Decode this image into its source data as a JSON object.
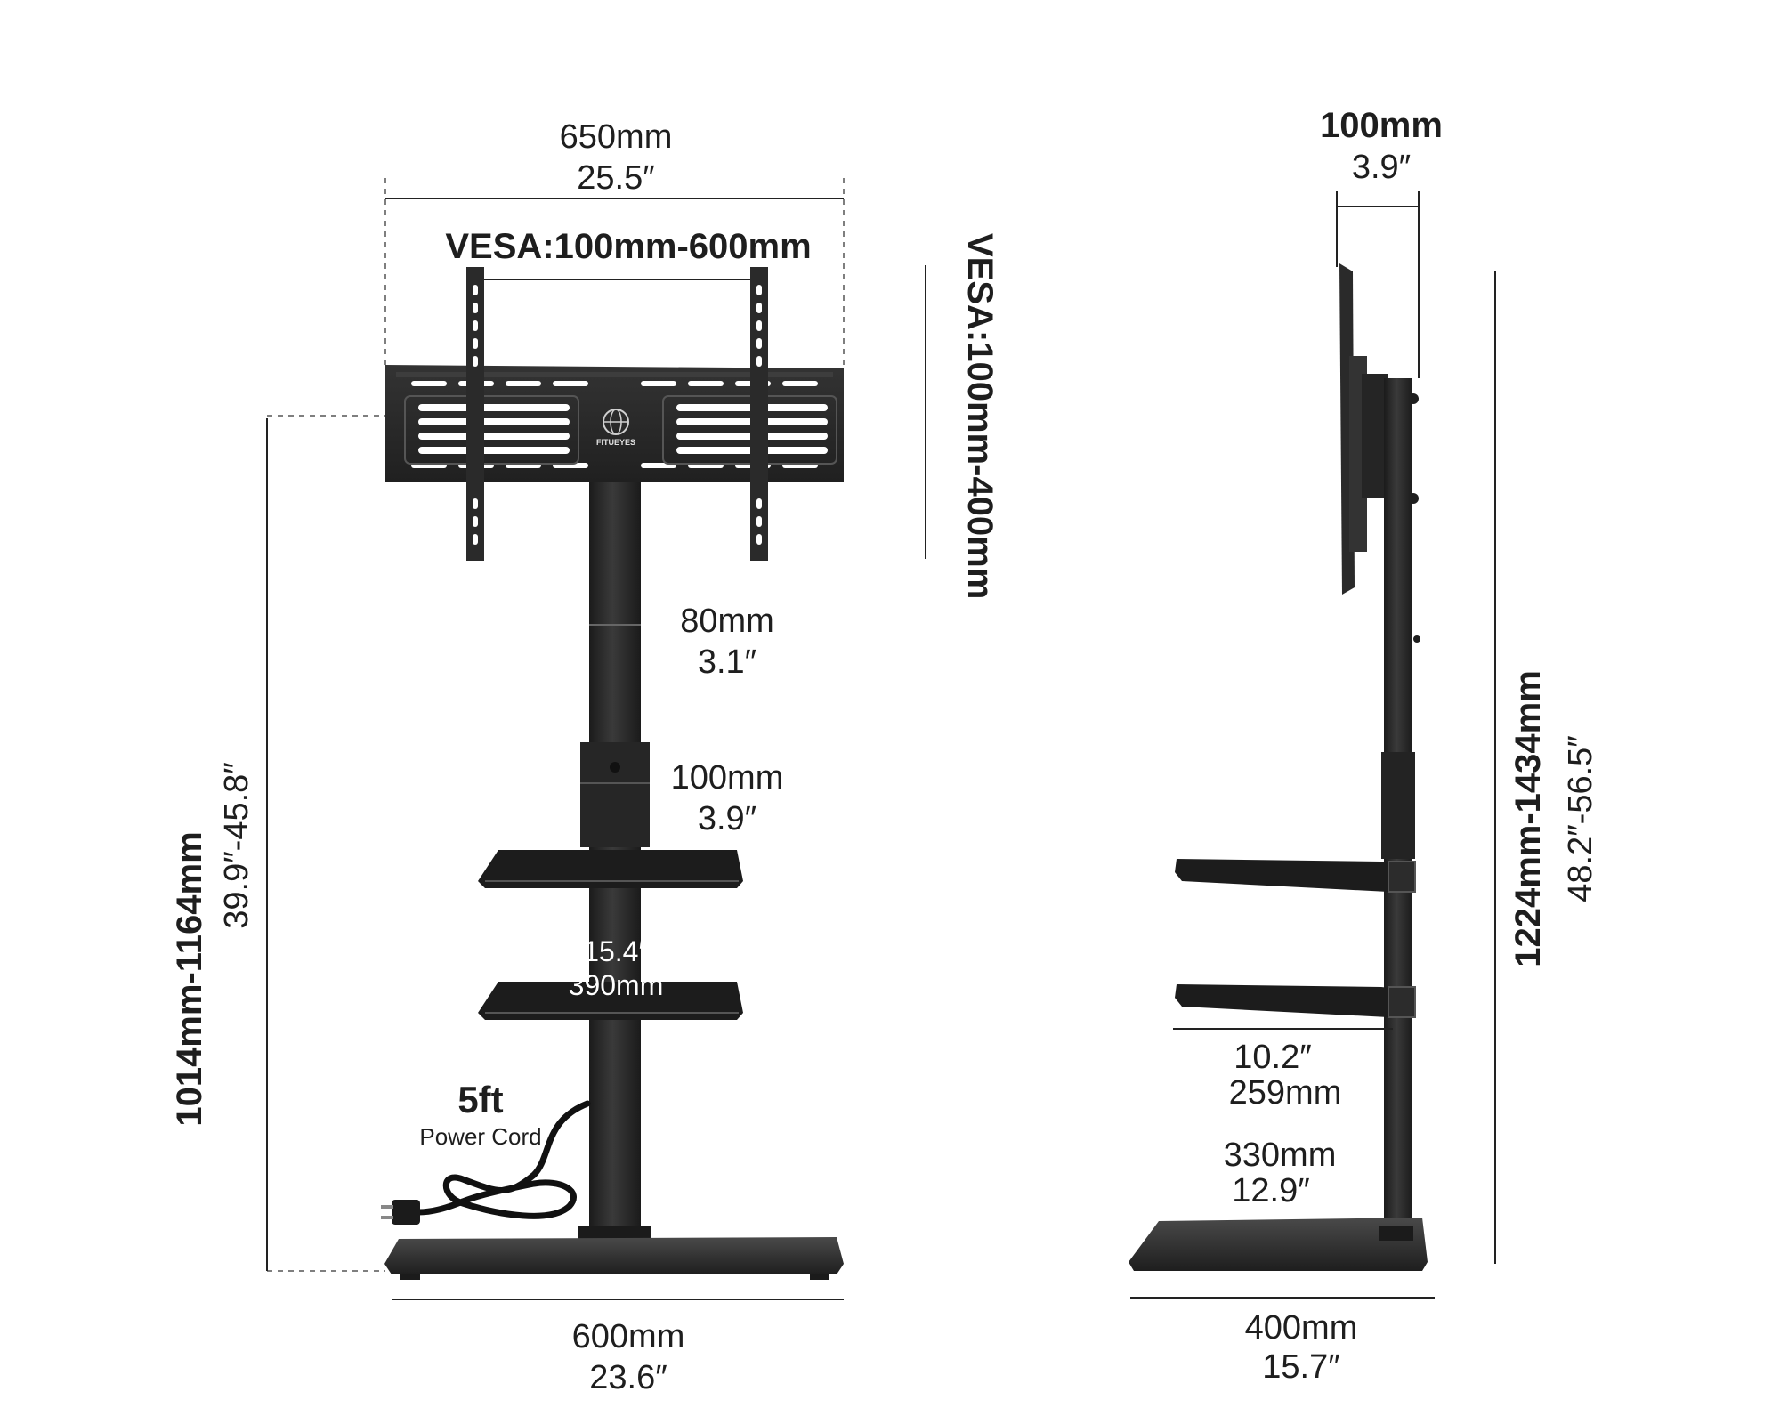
{
  "front": {
    "width_top_mm": "650mm",
    "width_top_in": "25.5″",
    "vesa_horizontal": "VESA:100mm-600mm",
    "vesa_vertical": "VESA:100mm-400mm",
    "brand_logo": "FITUEYES",
    "height_mm": "1014mm-1164mm",
    "height_in": "39.9″-45.8″",
    "adjust_upper_mm": "80mm",
    "adjust_upper_in": "3.1″",
    "adjust_lower_mm": "100mm",
    "adjust_lower_in": "3.9″",
    "shelf_width_in": "15.4″",
    "shelf_width_mm": "390mm",
    "cord_length": "5ft",
    "cord_label": "Power Cord",
    "base_width_mm": "600mm",
    "base_width_in": "23.6″"
  },
  "side": {
    "bracket_depth_mm": "100mm",
    "bracket_depth_in": "3.9″",
    "height_mm": "1224mm-1434mm",
    "height_in": "48.2″-56.5″",
    "shelf_depth_in": "10.2″",
    "shelf_depth_mm": "259mm",
    "base_offset_mm": "330mm",
    "base_offset_in": "12.9″",
    "base_depth_mm": "400mm",
    "base_depth_in": "15.7″"
  },
  "colors": {
    "stand": "#2a2a2a",
    "stand_dark": "#1a1a1a",
    "stand_light": "#4a4a4a",
    "text": "#1e1e1e"
  }
}
